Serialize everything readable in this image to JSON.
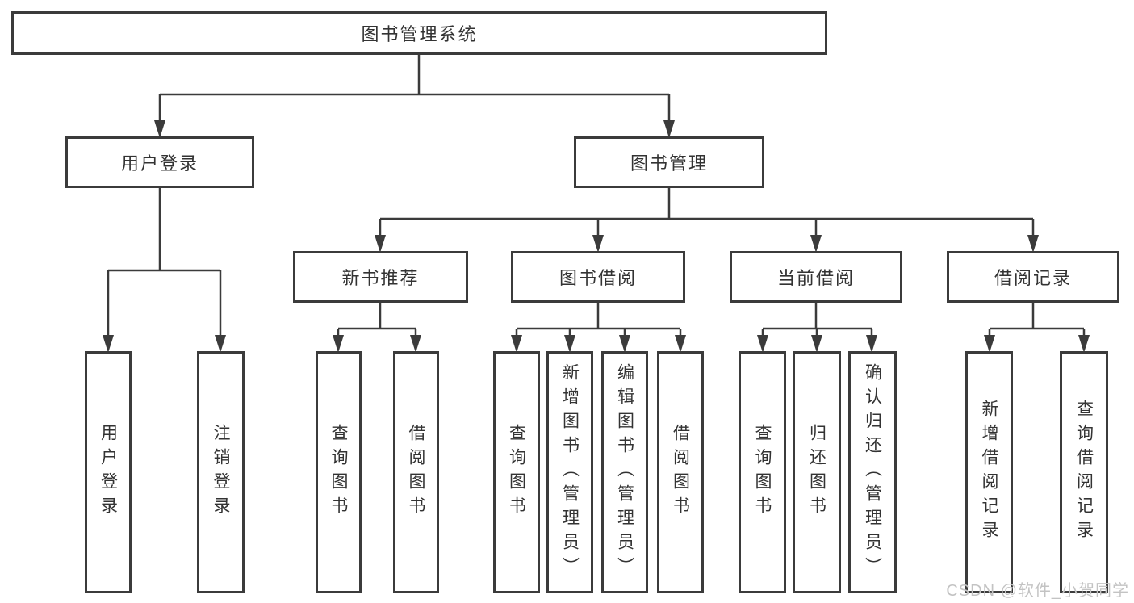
{
  "diagram_type": "hierarchy-tree",
  "colors": {
    "background": "#ffffff",
    "line": "#3b3b3b",
    "box_fill": "#ffffff",
    "text": "#333333",
    "watermark": "#c3c3c3"
  },
  "tree": {
    "label": "图书管理系统",
    "children": [
      {
        "label": "用户登录",
        "children": [
          {
            "label": "用户登录"
          },
          {
            "label": "注销登录"
          }
        ]
      },
      {
        "label": "图书管理",
        "children": [
          {
            "label": "新书推荐",
            "children": [
              {
                "label": "查询图书"
              },
              {
                "label": "借阅图书"
              }
            ]
          },
          {
            "label": "图书借阅",
            "children": [
              {
                "label": "查询图书"
              },
              {
                "label": "新增图书（管理员）"
              },
              {
                "label": "编辑图书（管理员）"
              },
              {
                "label": "借阅图书"
              }
            ]
          },
          {
            "label": "当前借阅",
            "children": [
              {
                "label": "查询图书"
              },
              {
                "label": "归还图书"
              },
              {
                "label": "确认归还（管理员）"
              }
            ]
          },
          {
            "label": "借阅记录",
            "children": [
              {
                "label": "新增借阅记录"
              },
              {
                "label": "查询借阅记录"
              }
            ]
          }
        ]
      }
    ]
  },
  "watermark": {
    "text": "CSDN @软件_小贺同学"
  }
}
